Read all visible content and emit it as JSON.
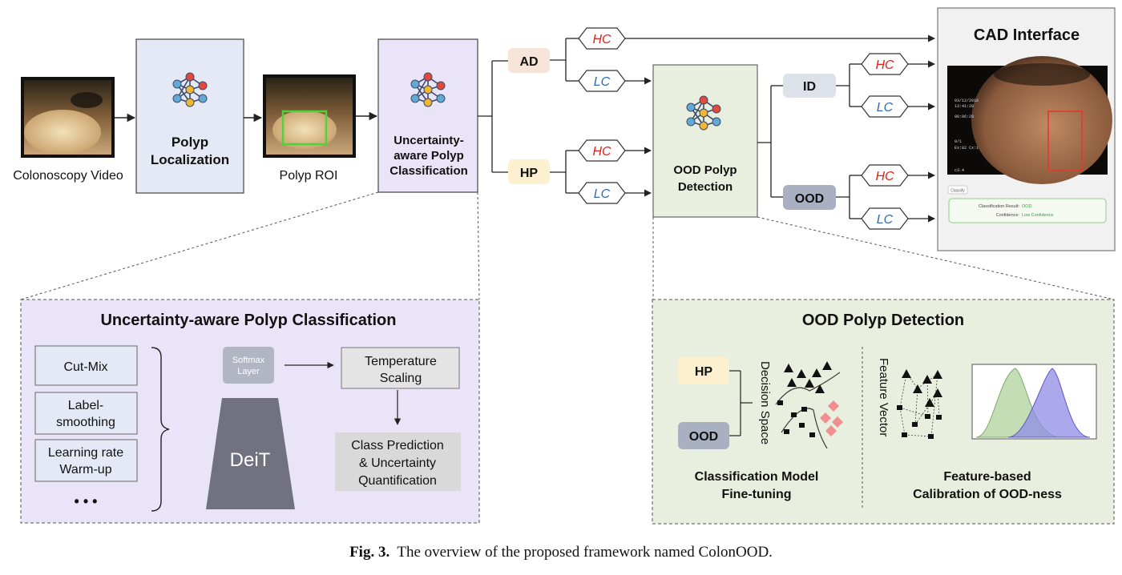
{
  "pipeline": {
    "input_label": "Colonoscopy Video",
    "localization_label": [
      "Polyp",
      "Localization"
    ],
    "roi_label": "Polyp ROI",
    "classification_label": [
      "Uncertainty-",
      "aware Polyp",
      "Classification"
    ],
    "ad_label": "AD",
    "hp_label": "HP",
    "hc_label": "HC",
    "lc_label": "LC",
    "ood_detection_label": [
      "OOD Polyp",
      "Detection"
    ],
    "id_label": "ID",
    "ood_label": "OOD",
    "cad_title": "CAD Interface",
    "cad_ui": {
      "timestamp_lines": [
        "03/12/2018",
        "13:41:28",
        "00:06:20"
      ],
      "side_text": [
        "0/1",
        "Ex:82 Cx:1"
      ],
      "bottom_left": "c3.4",
      "button": "Classify",
      "result_label": "Classification Result:",
      "result_value": "OOD",
      "confidence_label": "Confidence:",
      "confidence_value": "Low Confidence"
    }
  },
  "classification_panel": {
    "title": "Uncertainty-aware Polyp Classification",
    "techniques": [
      [
        "Cut-Mix"
      ],
      [
        "Label-",
        "smoothing"
      ],
      [
        "Learning rate",
        "Warm-up"
      ]
    ],
    "ellipsis": "• • •",
    "softmax": [
      "Softmax",
      "Layer"
    ],
    "temperature": [
      "Temperature",
      "Scaling"
    ],
    "model": "DeiT",
    "prediction": [
      "Class Prediction",
      "& Uncertainty",
      "Quantification"
    ]
  },
  "ood_panel": {
    "title": "OOD Polyp Detection",
    "hp": "HP",
    "ood": "OOD",
    "decision_space": "Decision Space",
    "feature_vector": "Feature Vector",
    "left_caption": [
      "Classification Model",
      "Fine-tuning"
    ],
    "right_caption": [
      "Feature-based",
      "Calibration of OOD-ness"
    ]
  },
  "caption": {
    "label": "Fig. 3.",
    "text": "The overview of the proposed framework named ColonOOD."
  },
  "colors": {
    "blue_box": "#e4e9f5",
    "purple_box": "#e9e4f7",
    "green_box": "#e8efdf",
    "ad_fill": "#f6e4d8",
    "hp_fill": "#fcf0cf",
    "id_fill": "#dde2ea",
    "ood_fill": "#a9b0c1",
    "hc_text": "#e0201b",
    "lc_text": "#2f6bb3",
    "node_red": "#e34a3b",
    "node_yellow": "#f0b62d",
    "node_blue": "#64a9d6"
  }
}
